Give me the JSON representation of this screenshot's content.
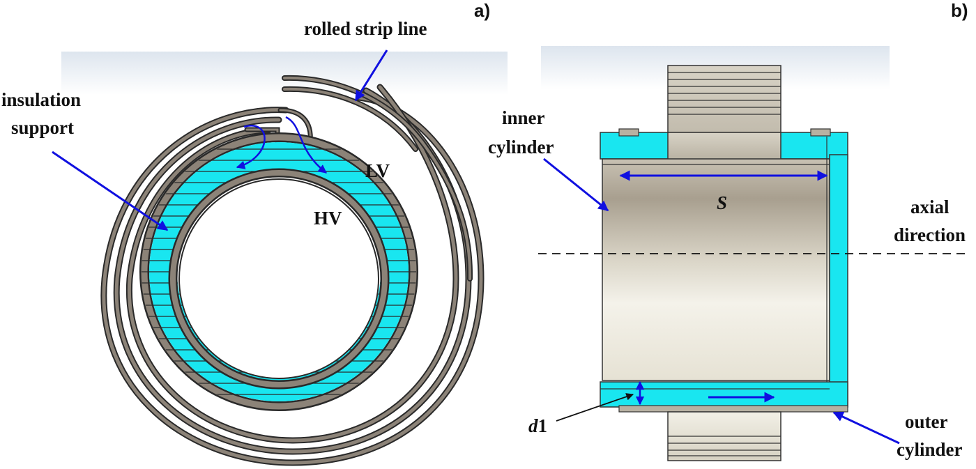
{
  "panels": [
    {
      "id": "a",
      "label": "a)",
      "annotations": {
        "rolled_strip_line": "rolled strip line",
        "insulation_support_line1": "insulation",
        "insulation_support_line2": "support",
        "lv": "LV",
        "hv": "HV"
      }
    },
    {
      "id": "b",
      "label": "b)",
      "annotations": {
        "inner_cylinder_line1": "inner",
        "inner_cylinder_line2": "cylinder",
        "gap_symbol": "S",
        "axial_direction_line1": "axial",
        "axial_direction_line2": "direction",
        "d1_italic": "d",
        "d1_sub": "1",
        "outer_cylinder_line1": "outer",
        "outer_cylinder_line2": "cylinder"
      }
    }
  ],
  "colors": {
    "insulation": "#19e6f0",
    "arrow": "#1010e0",
    "metal_edge": "#2a2a2a",
    "metal_fill": "#8c8378",
    "cylinder_light": "#e8e4d8",
    "cylinder_dark": "#a89f8f"
  }
}
